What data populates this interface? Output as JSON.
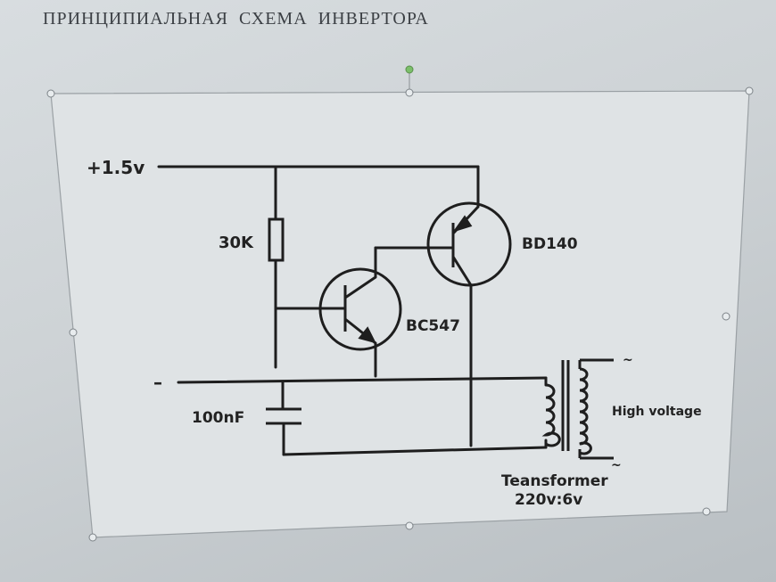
{
  "document": {
    "title": "ПРИНЦИПИАЛЬНАЯ  СХЕМА  ИНВЕРТОРА"
  },
  "schematic": {
    "supply_label": "+1.5v",
    "ground_label": "–",
    "resistor_label": "30K",
    "capacitor_label": "100nF",
    "transistor1_label": "BC547",
    "transistor2_label": "BD140",
    "output_label": "High voltage",
    "tilde_top": "~",
    "tilde_bottom": "~",
    "transformer_label_line1": "Teansformer",
    "transformer_label_line2": "220v:6v"
  },
  "colors": {
    "wire": "#1e1e1e",
    "frame_border": "#9aa0a4",
    "handle_fill": "#e8ecee",
    "rotate_handle": "#7bbf6a",
    "canvas": "#dfe3e5"
  }
}
